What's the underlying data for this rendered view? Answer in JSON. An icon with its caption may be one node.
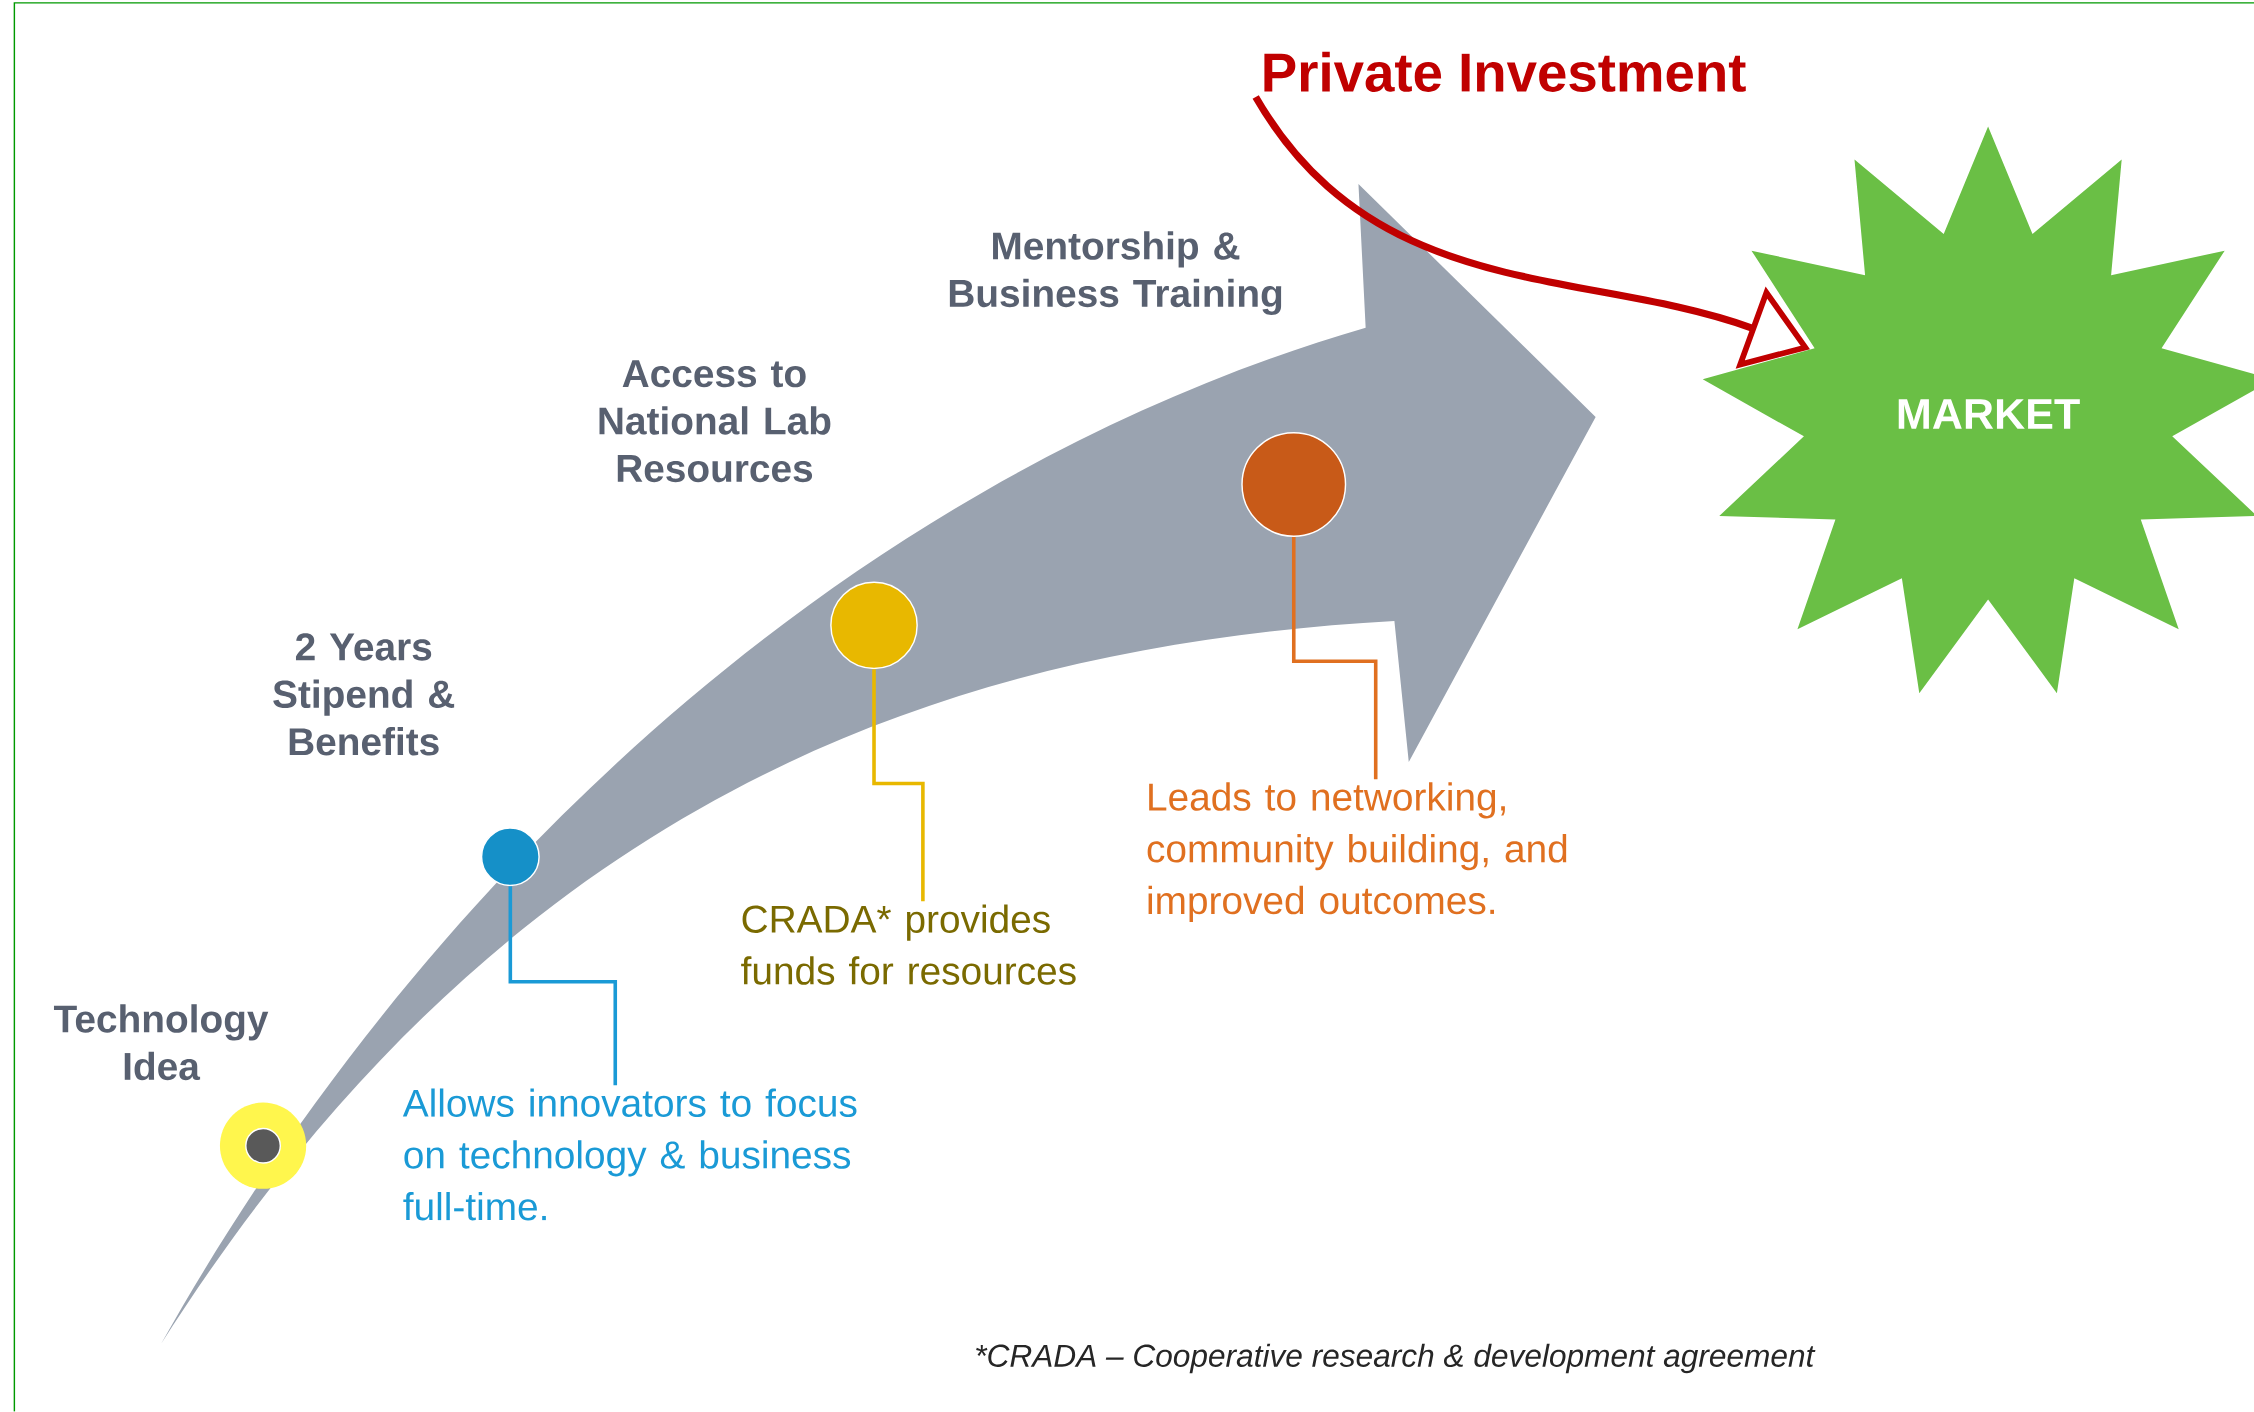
{
  "diagram": {
    "nodes": [
      {
        "text": [],
        "shape": "circle",
        "beside": [
          "Technology Idea"
        ]
      },
      {
        "text": [],
        "shape": "circle",
        "beside": [
          "2 Years Stipend & Benefits"
        ]
      },
      {
        "text": [
          "Allows innovators to focus on technology & business full-time."
        ]
      },
      {
        "text": [],
        "shape": "circle",
        "beside": [
          "Access to National Lab Resources"
        ]
      },
      {
        "text": [
          "CRADA* provides funds for resources"
        ]
      },
      {
        "text": [],
        "shape": "circle",
        "beside": [
          "Mentorship & Business Training"
        ]
      },
      {
        "text": [
          "Leads to networking, community building, and improved outcomes."
        ]
      },
      {
        "text": [
          "Private Investment"
        ]
      },
      {
        "text": [
          "MARKET"
        ]
      }
    ],
    "edges": [
      {
        "from": 1,
        "to": 2,
        "arrow": "none",
        "color": "#1a9ad6"
      },
      {
        "from": 3,
        "to": 4,
        "arrow": "none",
        "color": "#e8b800"
      },
      {
        "from": 5,
        "to": 6,
        "arrow": "none",
        "color": "#e07020"
      },
      {
        "from": 7,
        "to": 8,
        "arrow": "to",
        "style": "thick",
        "color": "#c00000"
      }
    ],
    "labels": [
      "*CRADA – Cooperative research & development agreement"
    ]
  }
}
